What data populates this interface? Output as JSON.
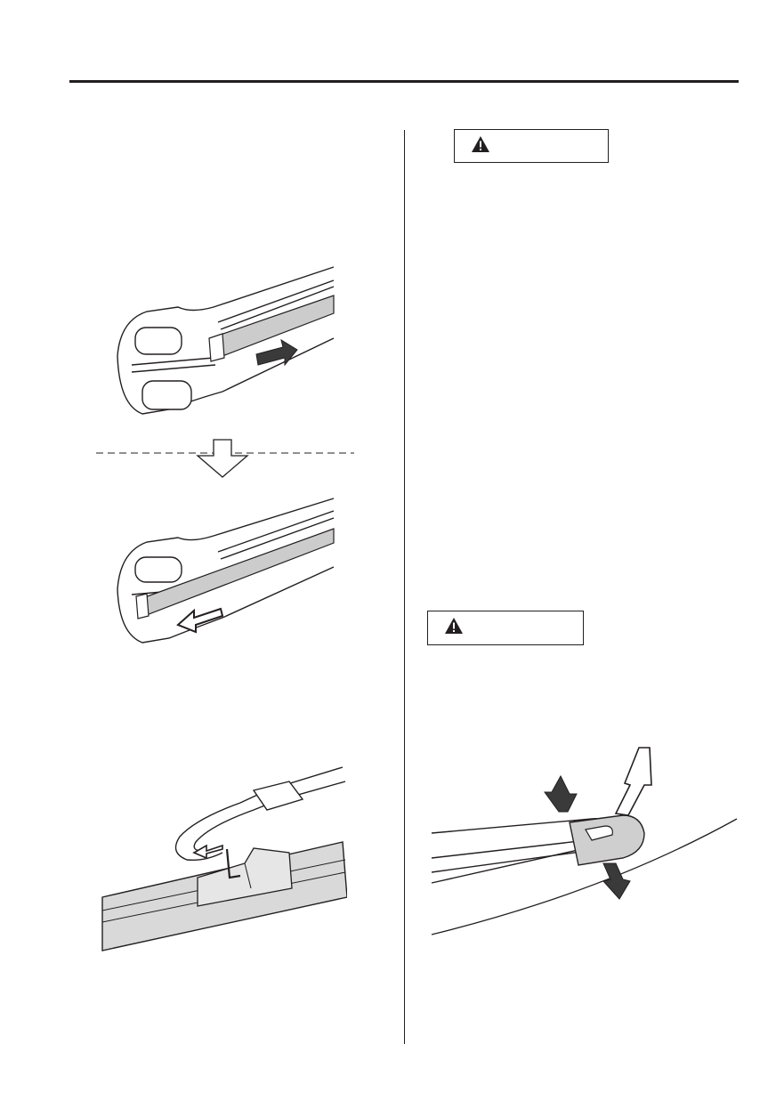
{
  "page": {
    "header_rule": true,
    "column_divider": true
  },
  "warnings": [
    {
      "label": "",
      "icon": "warning-triangle-icon"
    },
    {
      "label": "",
      "icon": "warning-triangle-icon"
    }
  ],
  "figures": [
    {
      "name": "wiper-blade-rubber-insert-slide-out",
      "icon": "wiper-blade-end-cap-icon"
    },
    {
      "name": "step-transition-arrow",
      "icon": "down-arrow-icon"
    },
    {
      "name": "wiper-blade-rubber-insert-slide-in",
      "icon": "wiper-blade-end-cap-icon"
    },
    {
      "name": "wiper-arm-hook-attachment",
      "icon": "wiper-arm-hook-icon"
    },
    {
      "name": "wiper-arm-lift-removal",
      "icon": "wiper-arm-lift-icon"
    }
  ],
  "colors": {
    "ink": "#231f20",
    "fill_gray": "#d9d9d9",
    "arrow_dark": "#333333"
  }
}
